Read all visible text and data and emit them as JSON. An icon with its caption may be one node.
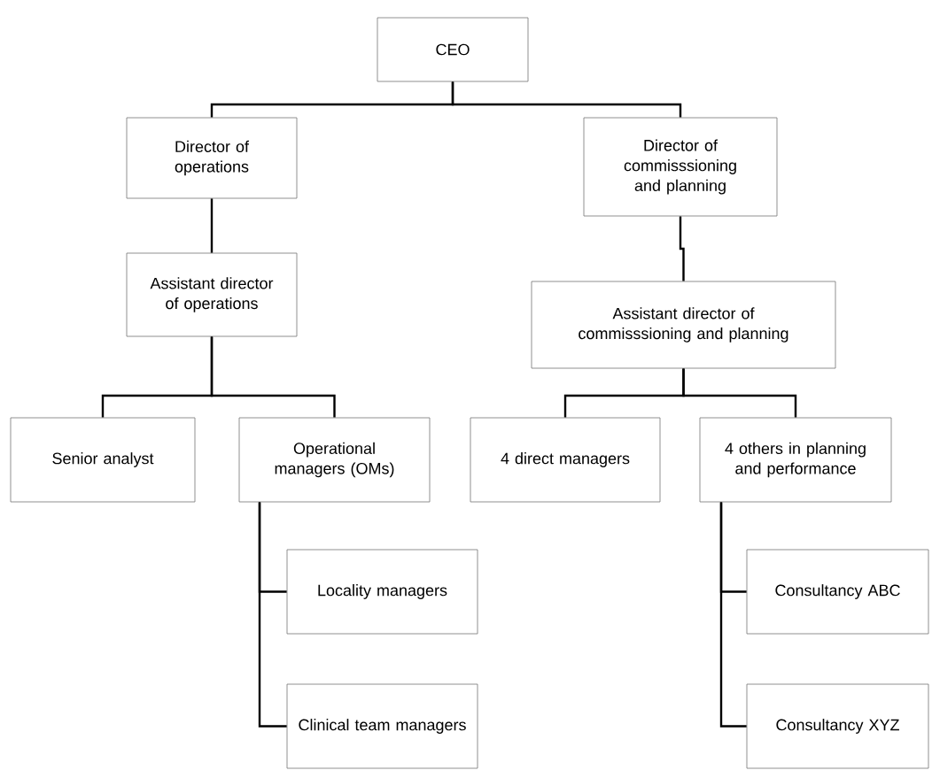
{
  "diagram": {
    "nodes": [
      {
        "text": [
          "CEO"
        ]
      },
      {
        "text": [
          "Director of operations"
        ]
      },
      {
        "text": [
          "Director of commisssioning and planning"
        ]
      },
      {
        "text": [
          "Assistant director of operations"
        ]
      },
      {
        "text": [
          "Assistant director of commisssioning and planning"
        ]
      },
      {
        "text": [
          "Senior analyst"
        ]
      },
      {
        "text": [
          "Operational managers (OMs)"
        ]
      },
      {
        "text": [
          "4 direct managers"
        ]
      },
      {
        "text": [
          "4 others in planning and performance"
        ]
      },
      {
        "text": [
          "Locality managers"
        ]
      },
      {
        "text": [
          "Clinical team managers"
        ]
      },
      {
        "text": [
          "Consultancy ABC"
        ]
      },
      {
        "text": [
          "Consultancy XYZ"
        ]
      }
    ],
    "edges": [
      {
        "from": 0,
        "to": 1,
        "arrow": "none"
      },
      {
        "from": 0,
        "to": 2,
        "arrow": "none"
      },
      {
        "from": 1,
        "to": 3,
        "arrow": "none"
      },
      {
        "from": 2,
        "to": 4,
        "arrow": "none"
      },
      {
        "from": 3,
        "to": 5,
        "arrow": "none"
      },
      {
        "from": 3,
        "to": 6,
        "arrow": "none"
      },
      {
        "from": 4,
        "to": 7,
        "arrow": "none"
      },
      {
        "from": 4,
        "to": 8,
        "arrow": "none"
      },
      {
        "from": 6,
        "to": 9,
        "arrow": "none"
      },
      {
        "from": 6,
        "to": 10,
        "arrow": "none"
      },
      {
        "from": 8,
        "to": 11,
        "arrow": "none"
      },
      {
        "from": 8,
        "to": 12,
        "arrow": "none"
      }
    ]
  }
}
